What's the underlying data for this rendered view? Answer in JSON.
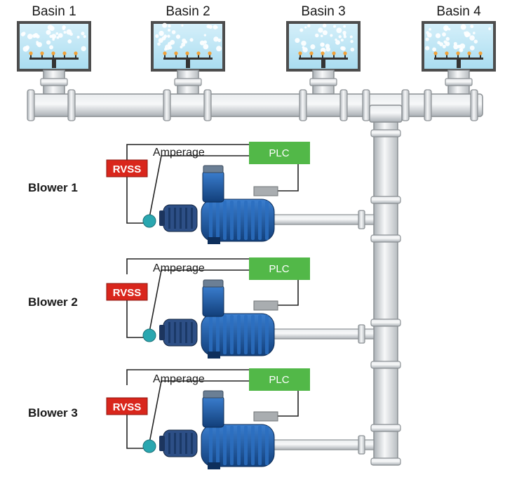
{
  "basins": [
    {
      "label": "Basin 1"
    },
    {
      "label": "Basin 2"
    },
    {
      "label": "Basin 3"
    },
    {
      "label": "Basin 4"
    }
  ],
  "blowers": [
    {
      "label": "Blower 1",
      "amperage_label": "Amperage",
      "plc_label": "PLC",
      "rvss_label": "RVSS"
    },
    {
      "label": "Blower 2",
      "amperage_label": "Amperage",
      "plc_label": "PLC",
      "rvss_label": "RVSS"
    },
    {
      "label": "Blower 3",
      "amperage_label": "Amperage",
      "plc_label": "PLC",
      "rvss_label": "RVSS"
    }
  ],
  "colors": {
    "water": "#bfe6f5",
    "basin_frame": "#555555",
    "pipe": "#cfd3d6",
    "pipe_edge": "#8a8f93",
    "plc": "#52b848",
    "rvss": "#d9261c",
    "blower_body": "#1f5fa8",
    "motor": "#2d4f86",
    "sensor": "#2aa7b0",
    "diffuser": "#f2a33a"
  }
}
